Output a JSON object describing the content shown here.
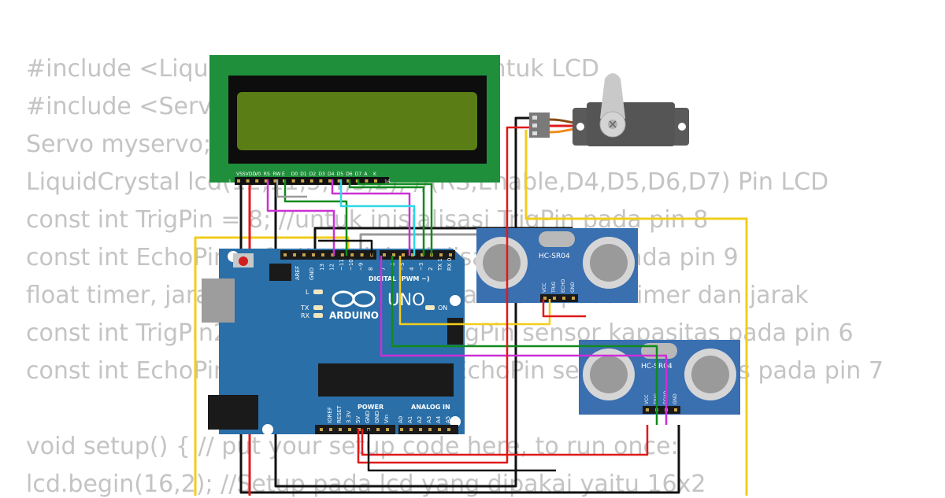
{
  "code_lines": [
    "#include <LiquidCrystal.h> // Library untuk LCD",
    "#include <Servo.h>",
    "Servo myservo;",
    "LiquidCrystal lcd(12,11,5,4,3,2); //(RS,Enable,D4,D5,D6,D7) Pin LCD",
    "const int TrigPin = 8; //untuk inisialisasi TrigPin pada pin 8",
    "const int EchoPin = 9; //untuk inisialisasi EchoPin pada pin 9",
    "float timer, jarak; //untuk penyimpanan data pada timer dan jarak",
    "const int TrigPin2 = 6; //inisialisasi TrigPin sensor kapasitas pada pin 6",
    "const int EchoPin2 = 7; //inisialisasi EchoPin sensor kapasitas pada pin 7",
    "",
    "void setup() { // put your setup code here, to run once:",
    "lcd.begin(16,2); //Setup pada lcd yang dipakai yaitu 16x2"
  ],
  "lcd": {
    "pin_labels": [
      "VSS",
      "VDD",
      "V0",
      "RS",
      "RW",
      "E",
      "D0",
      "D1",
      "D2",
      "D3",
      "D4",
      "D5",
      "D6",
      "D7",
      "A",
      "K"
    ],
    "pin_number_1": "1",
    "pin_number_16": "16"
  },
  "arduino": {
    "model": "UNO",
    "brand": "ARDUINO",
    "digital_label": "DIGITAL (PWM ~)",
    "power_label": "POWER",
    "analog_label": "ANALOG IN",
    "aref": "AREF",
    "gnd": "GND",
    "led_l": "L",
    "led_tx": "TX",
    "led_rx": "RX",
    "led_on": "ON",
    "digital_pins": [
      "13",
      "12",
      "~11",
      "~10",
      "~9",
      "8",
      "7",
      "~6",
      "~5",
      "4",
      "~3",
      "2",
      "TX 1",
      "RX 0"
    ],
    "power_pins": [
      "IOREF",
      "RESET",
      "3.3V",
      "5V",
      "GND",
      "GND",
      "Vin"
    ],
    "analog_pins": [
      "A0",
      "A1",
      "A2",
      "A3",
      "A4",
      "A5"
    ]
  },
  "sensor1": {
    "label": "HC-SR04",
    "pins": [
      "VCC",
      "TRIG",
      "ECHO",
      "GND"
    ]
  },
  "sensor2": {
    "label": "HC-SR04",
    "pins": [
      "VCC",
      "TRIG",
      "ECHO",
      "GND"
    ]
  },
  "colors": {
    "background": "#ffffff",
    "code_text": "#c4c4c4",
    "lcd_pcb": "#1f8f3b",
    "lcd_screen": "#5a7d16",
    "arduino_board": "#2a6fa8",
    "sensor_board": "#3a6fb0",
    "wire_red": "#e01919",
    "wire_black": "#111111",
    "wire_yellow": "#f2cd1c",
    "wire_green": "#0f8a1c",
    "wire_magenta": "#cc2fd6",
    "wire_cyan": "#2fd8e6",
    "wire_gray": "#9a9a9a",
    "wire_orange": "#f08a1a"
  }
}
